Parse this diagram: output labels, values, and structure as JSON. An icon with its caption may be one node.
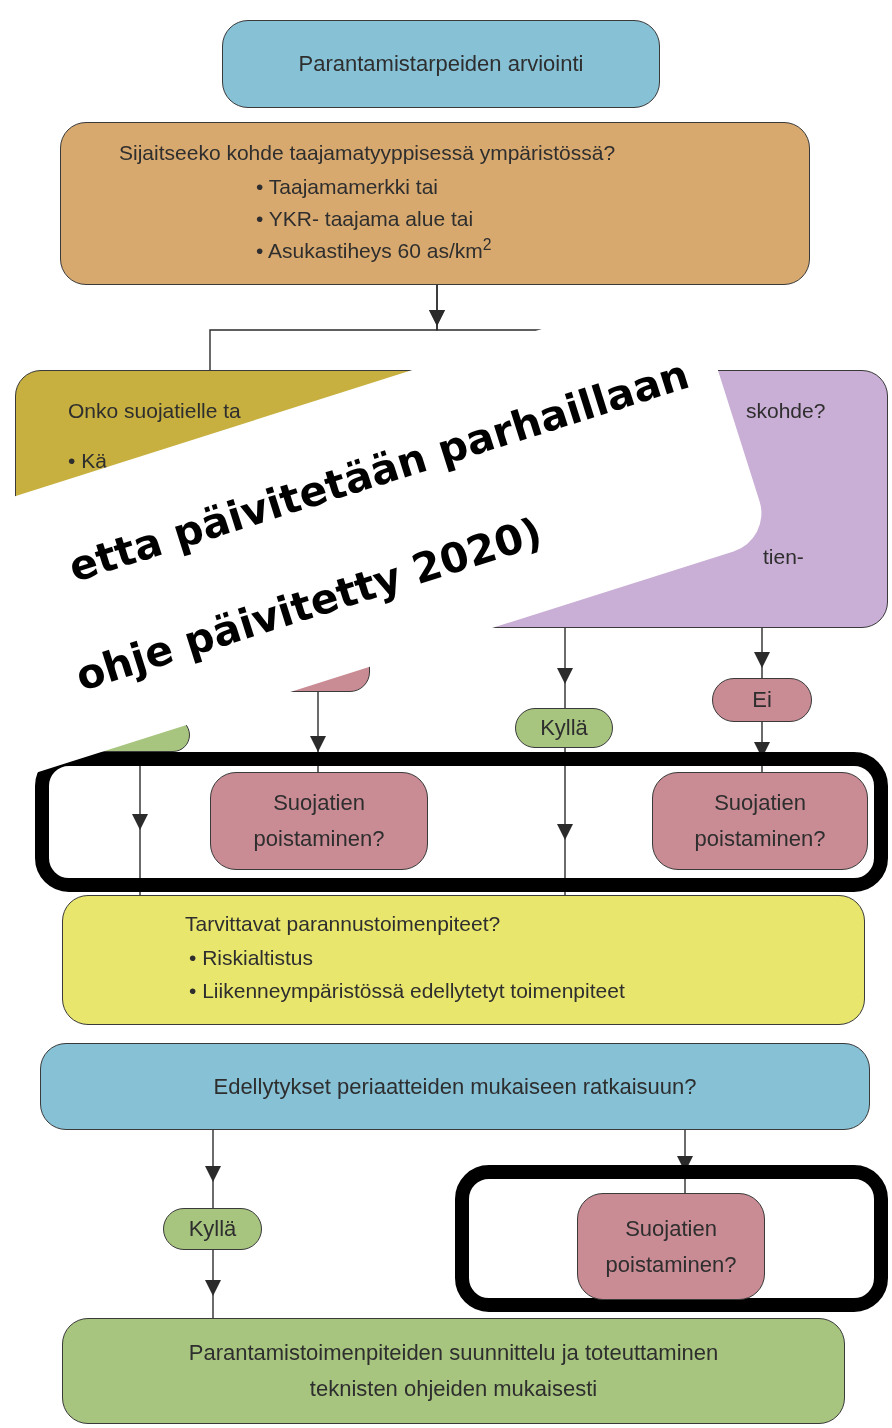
{
  "diagram": {
    "nodes": [
      {
        "text": [
          "Parantamistarpeiden arviointi"
        ]
      },
      {
        "text": [
          "Sijaitseeko kohde taajamatyyppisessä ympäristössä?",
          "• Taajamamerkki tai",
          "• YKR- taajama alue tai",
          "• Asukastiheys 60 as/km$^{2}$"
        ]
      },
      {
        "text": [
          "Onko suojatielle ta",
          "• Kä"
        ]
      },
      {
        "text": [
          "skohde?",
          "tien-"
        ]
      },
      {
        "text": [],
        "shape": "box"
      },
      {
        "text": [
          "Ei"
        ]
      },
      {
        "text": [],
        "shape": "box"
      },
      {
        "text": [
          "Kyllä"
        ]
      },
      {
        "text": [],
        "shape": "box"
      },
      {
        "text": [
          "Suojatien poistaminen?"
        ],
        "in": 8
      },
      {
        "text": [
          "Suojatien poistaminen?"
        ],
        "in": 8
      },
      {
        "text": [
          "Tarvittavat parannustoimenpiteet?",
          "• Riskialtistus",
          "• Liikenneympäristössä edellytetyt toimenpiteet"
        ]
      },
      {
        "text": [
          "Edellytykset periaatteiden mukaiseen ratkaisuun?"
        ]
      },
      {
        "text": [
          "Kyllä"
        ]
      },
      {
        "text": [],
        "shape": "box"
      },
      {
        "text": [
          "Suojatien poistaminen?"
        ],
        "in": 14
      },
      {
        "text": [
          "Parantamistoimenpiteiden suunnittelu ja toteuttaminen teknisten ohjeiden mukaisesti"
        ]
      }
    ],
    "edges": [
      {
        "from": 1,
        "to": 2,
        "arrow": "to"
      },
      {
        "from": 1,
        "to": 3,
        "arrow": "to"
      },
      {
        "from": 4,
        "to": 9,
        "arrow": "to"
      },
      {
        "from": 6,
        "to": 11,
        "arrow": "to"
      },
      {
        "from": 3,
        "to": 7,
        "arrow": "to"
      },
      {
        "from": 7,
        "to": 11,
        "arrow": "to"
      },
      {
        "from": 3,
        "to": 5,
        "arrow": "to"
      },
      {
        "from": 5,
        "to": 10,
        "arrow": "to"
      },
      {
        "from": 12,
        "to": 13,
        "arrow": "to"
      },
      {
        "from": 13,
        "to": 16,
        "arrow": "to"
      },
      {
        "from": 12,
        "to": 15,
        "arrow": "to"
      }
    ],
    "labels": [
      "etta päivitetään parhaillaan",
      "ohje päivitetty 2020)"
    ]
  }
}
